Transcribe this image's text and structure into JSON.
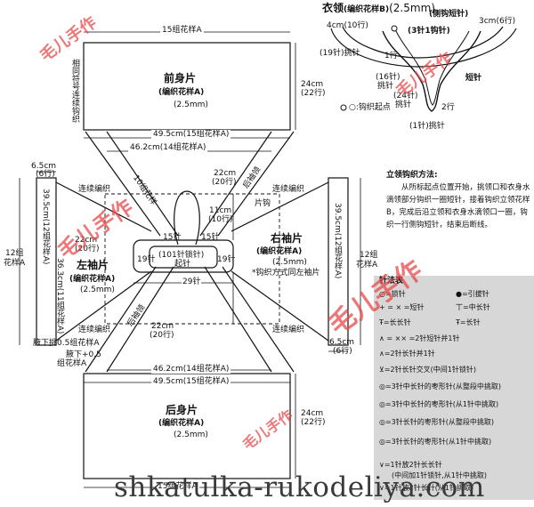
{
  "collar": {
    "title": "衣领",
    "pattern": "(编织花样B)",
    "hook": "(2.5mm)",
    "side_short": "(侧钩短针)",
    "chain_start": "(3针1钩针)",
    "size_4cm": "4cm(10行)",
    "size_3cm": "3cm(6行)",
    "pick_19": "(19针)挑针",
    "row1": "1行",
    "pick_16": "(16针)",
    "pick_16b": "挑针",
    "pick_24": "(24针)",
    "pick_24b": "挑针",
    "row2": "2行",
    "short": "短针",
    "pick_1": "(1针)挑针",
    "start_mark": "○:钩织起点"
  },
  "front": {
    "width": "15组花样A",
    "title": "前身片",
    "pattern": "(编织花样A)",
    "hook": "(2.5mm)",
    "height": "24cm",
    "rows": "(22行)",
    "side_note": "相同符号连续钩织",
    "bottom_width": "49.5cm(15组花样A)",
    "waist": "46.2cm(14组花样A)"
  },
  "back": {
    "title": "后身片",
    "pattern": "(编织花样A)",
    "hook": "(2.5mm)",
    "height": "24cm",
    "rows": "(22行)",
    "top_width": "49.5cm(15组花样A)",
    "waist": "46.2cm(14组花样A)",
    "bottom_width": "15组花样A"
  },
  "left_sleeve": {
    "title": "左袖片",
    "pattern": "(编织花样A)",
    "hook": "(2.5mm)",
    "width": "6.5cm",
    "width_rows": "(6行)",
    "height_cm": "12组",
    "height_label": "花样A",
    "len1": "39.5cm(12组花样A)",
    "len2": "36.3cm(11组花样A)",
    "size22": "22cm",
    "rows20": "(20行)",
    "cont": "连续编织",
    "underarm": "腋下挑0.5组花样A",
    "underarm2": "腋下+0.5",
    "underarm3": "组花样A"
  },
  "right_sleeve": {
    "title": "右袖片",
    "pattern": "(编织花样A)",
    "hook": "(2.5mm)",
    "width": "6.5cm",
    "width_rows": "(6行)",
    "height_cm": "12组",
    "height_label": "花样A",
    "len1": "39.5cm(12组花样A)",
    "cont": "连续编织",
    "note": "*钩织方式同左袖片"
  },
  "center": {
    "chain": "(101针锁针)",
    "start": "起针",
    "st15a": "15针",
    "st15b": "15针",
    "st19a": "19针",
    "st19b": "19针",
    "st29": "29针",
    "size11": "11cm",
    "rows10": "(10行)",
    "size22": "22cm",
    "rows20": "(20行)",
    "size22b": "22cm",
    "rows20b": "(20行)",
    "raglan1": "10组花样",
    "raglan2": "片钩",
    "raglan3": "后袖领",
    "raglan4": "后袖领"
  },
  "method": {
    "title": "立领钩织方法:",
    "body": "从所标起点位置开始，挑领口和衣身水滴领部分钩织一圈短针，接着钩织立领花样B，完成后沿立领和衣身水滴领口一圈，钩织一行侧钩短针，结束后断线。"
  },
  "legend": {
    "title": "针法表",
    "items": [
      "○=锁针",
      "●=引拔针",
      "+ = × =短针",
      "丅=中长针",
      "Ŧ=长长针",
      "Ŧ=长针",
      "∧ = ×× =2针短针并1针",
      "∧=2针长针并1针",
      "⊻=2针长针交叉(中间1针锁针)",
      "◎=3针中长针的枣形针(从整段中挑取)",
      "◎=3针中长针的枣形针(从1针中挑取)",
      "◎=3针长针的枣形针(从整段中挑取)",
      "◎=3针长针的枣形针(从1针中挑取)",
      "∨=1针放2针长长针",
      "(中间加1针锁针,从1针中挑取)",
      "∨=1针放2针长针(从1针挑取)"
    ]
  },
  "watermarks": [
    "毛儿手作",
    "毛儿手作",
    "毛儿手作",
    "毛儿手作",
    "毛儿手作"
  ],
  "footer": "shkatulka-rukodeliya.com"
}
